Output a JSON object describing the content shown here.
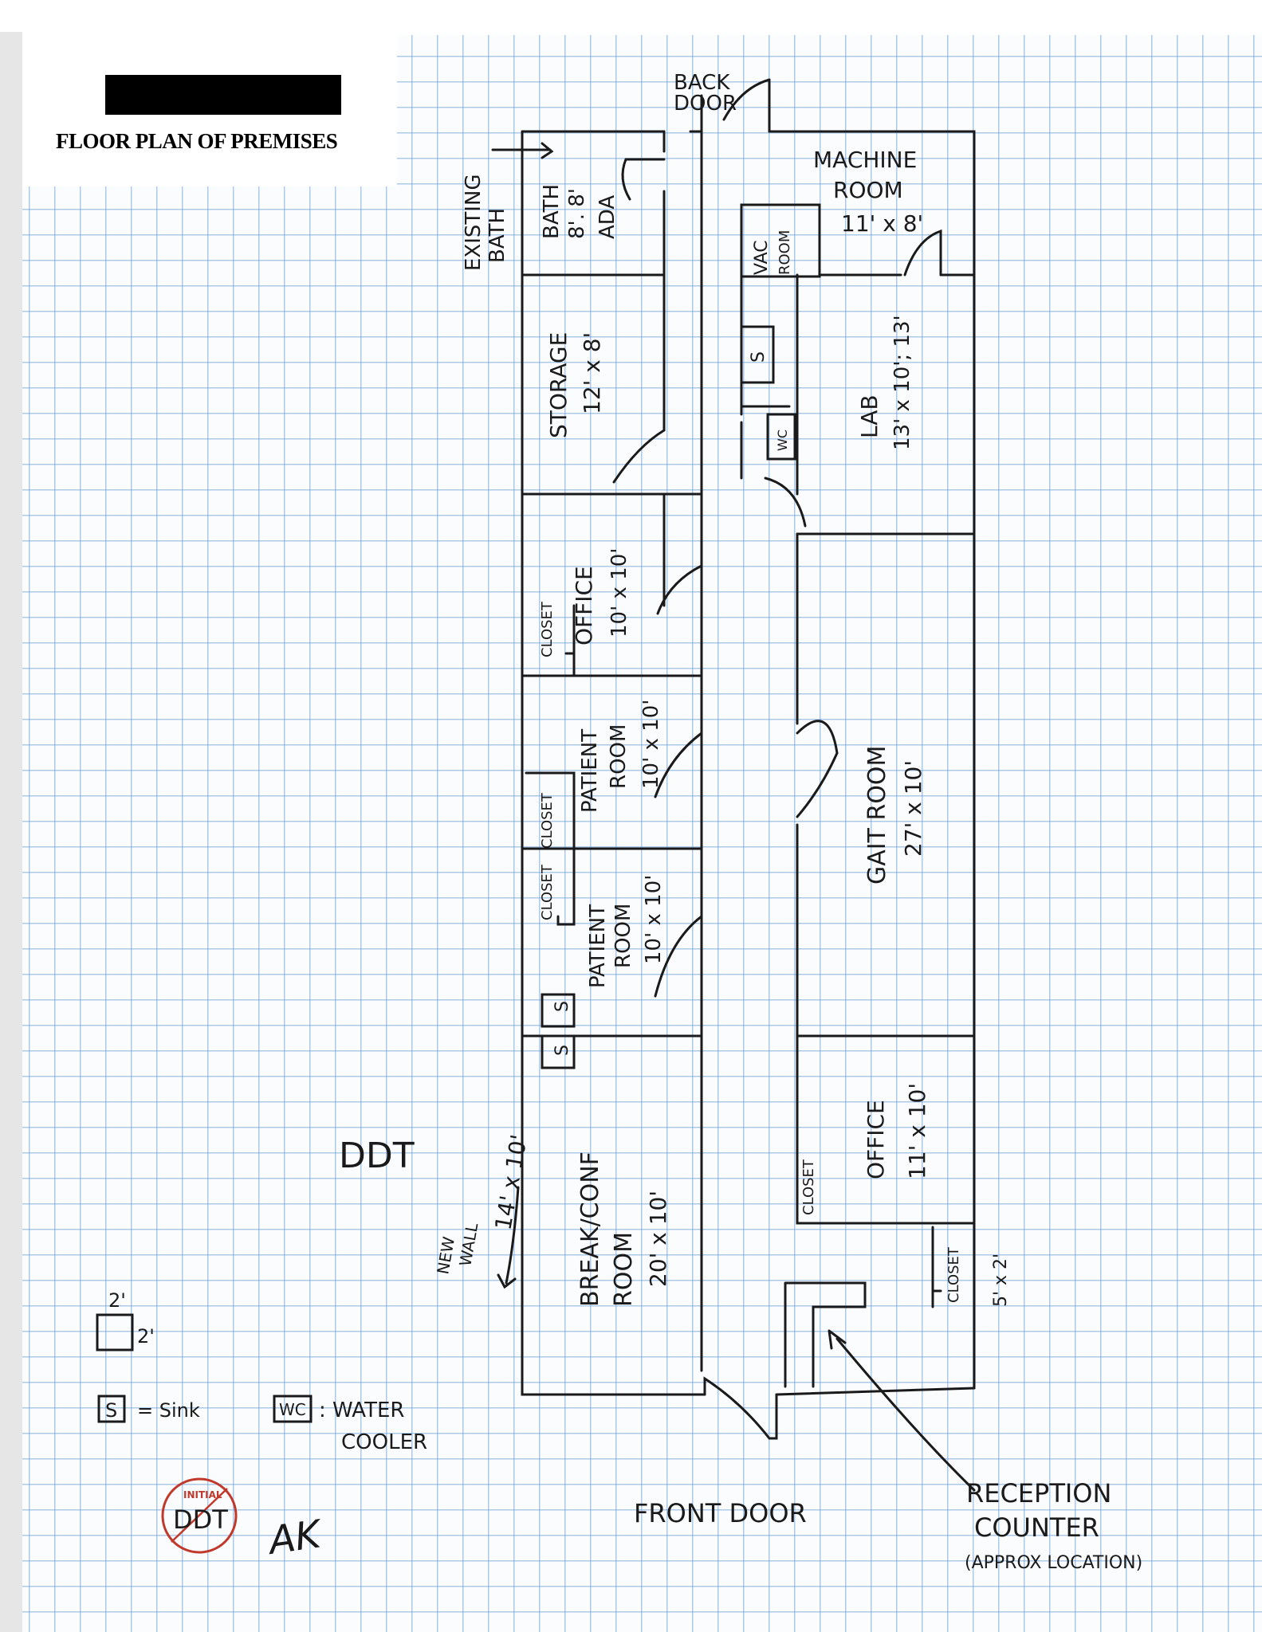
{
  "document": {
    "title": "FLOOR PLAN OF PREMISES"
  },
  "rooms": {
    "back_door": [
      "BACK",
      "DOOR"
    ],
    "existing_bath": [
      "EXISTING",
      "BATH"
    ],
    "bath": [
      "BATH",
      "8'. 8'",
      "ADA"
    ],
    "machine_room": [
      "MACHINE",
      "ROOM",
      "11' x 8'"
    ],
    "vac_room": [
      "VAC",
      "ROOM"
    ],
    "storage": [
      "STORAGE",
      "12' x 8'"
    ],
    "lab": [
      "LAB",
      "13' x 10'; 13'"
    ],
    "office_top": [
      "OFFICE",
      "10' x 10'"
    ],
    "patient_room_1": [
      "PATIENT",
      "ROOM",
      "10' x 10'"
    ],
    "patient_room_2": [
      "PATIENT",
      "ROOM",
      "10' x 10'"
    ],
    "gait_room": [
      "GAIT ROOM",
      "27' x 10'"
    ],
    "office_bottom": [
      "OFFICE",
      "11' x 10'"
    ],
    "break_room": [
      "BREAK/CONF",
      "ROOM",
      "20' x 10'"
    ],
    "new_wall": [
      "NEW",
      "WALL",
      "14' x 10'"
    ],
    "closet": "CLOSET",
    "closet_small": [
      "CLOSET",
      "5' x 2'"
    ],
    "sink": "S",
    "water_cooler": "WC",
    "front_door": "FRONT DOOR",
    "reception": [
      "RECEPTION",
      "COUNTER",
      "(APPROX LOCATION)"
    ]
  },
  "legend": {
    "scale": "2'",
    "sink_symbol": "S",
    "sink_label": "= Sink",
    "wc_symbol": "WC",
    "wc_label": ": WATER",
    "wc_label_2": "COOLER"
  },
  "annotations": {
    "initials": "DDT",
    "stamp_text": "INITIAL",
    "stamp_initials": "DDT",
    "signature": "AK"
  },
  "colors": {
    "grid": "#6ea0d7",
    "ink": "#1a1a1a",
    "stamp": "#c0392b"
  }
}
